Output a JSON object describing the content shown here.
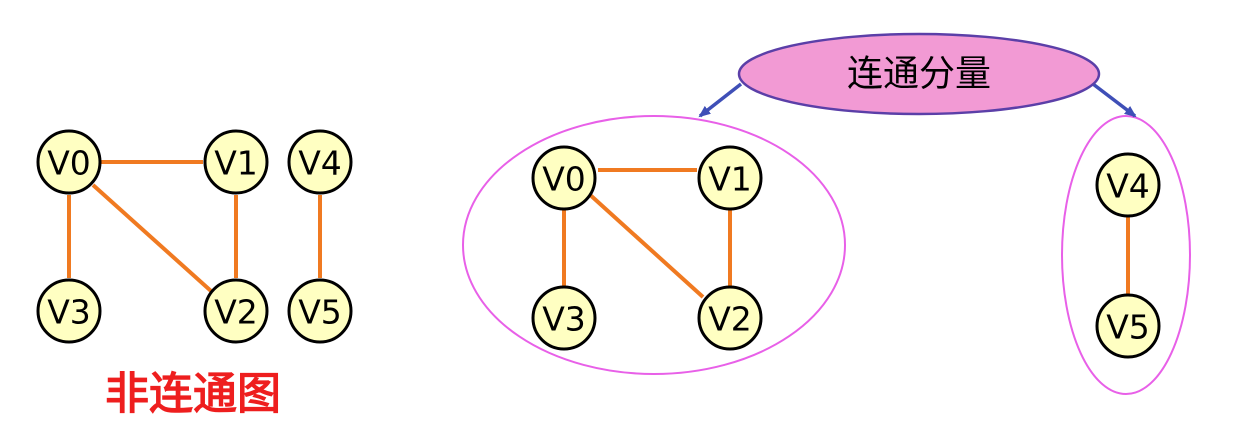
{
  "disconnected_graph": {
    "caption": "非连通图",
    "nodes": [
      "V0",
      "V1",
      "V4",
      "V3",
      "V2",
      "V5"
    ]
  },
  "component_1": {
    "nodes": [
      "V0",
      "V1",
      "V3",
      "V2"
    ]
  },
  "component_2": {
    "nodes": [
      "V4",
      "V5"
    ]
  },
  "callout": {
    "label": "连通分量"
  },
  "colors": {
    "edge": "#f07a21",
    "node_fill": "#ffffc2",
    "component_outline": "#e860e8",
    "callout_fill": "#f29ad4",
    "arrow": "#3f4fb7",
    "caption": "#ee1e1e"
  }
}
